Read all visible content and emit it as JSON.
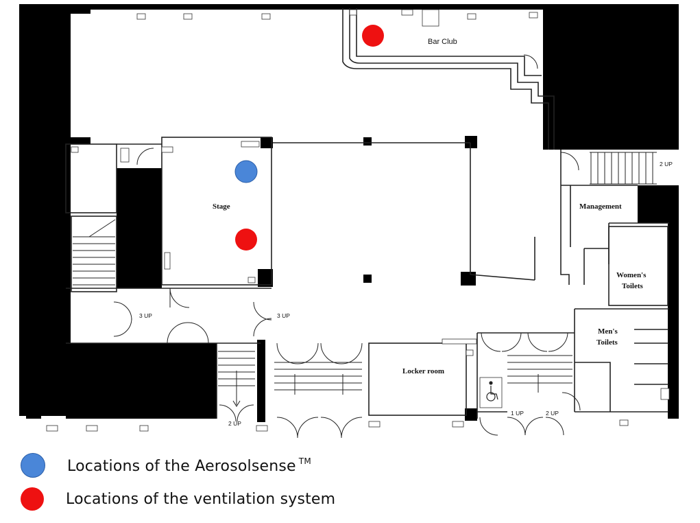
{
  "rooms": {
    "bar_club": "Bar Club",
    "stage": "Stage",
    "management": "Management",
    "womens_toilets_line1": "Women's",
    "womens_toilets_line2": "Toilets",
    "mens_toilets_line1": "Men's",
    "mens_toilets_line2": "Toilets",
    "locker_room": "Locker room"
  },
  "stair_labels": {
    "left_3up": "3 UP",
    "right_3up": "3 UP",
    "top_2up": "2 UP",
    "bottom_2up_left": "2 UP",
    "bottom_1up": "1 UP",
    "bottom_2up_right": "2 UP"
  },
  "markers": {
    "aerosolsense_color": "#4a86d8",
    "ventilation_color": "#ee1111"
  },
  "legend": {
    "aerosolsense_label": "Locations of the Aerosolsense",
    "aerosolsense_tm": "TM",
    "ventilation_label": "Locations of the ventilation system"
  }
}
